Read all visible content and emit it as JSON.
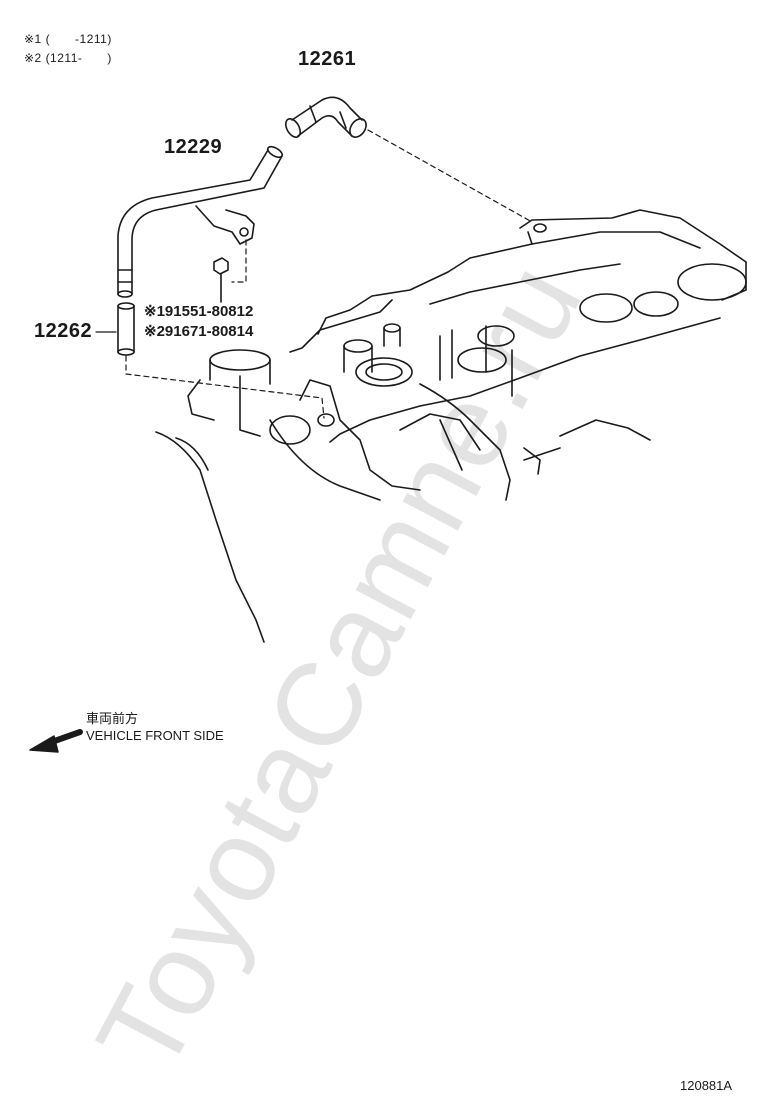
{
  "notes": {
    "n1": "※1 (　　-1211)",
    "n2": "※2 (1211-　　)"
  },
  "parts": {
    "p12261": "12261",
    "p12229": "12229",
    "p12262": "12262",
    "bolt1": "※191551-80812",
    "bolt2": "※291671-80814"
  },
  "direction": {
    "jp": "車両前方",
    "en": "VEHICLE FRONT SIDE"
  },
  "diagram_id": "120881A",
  "watermark": "ToyotaCamne.ru",
  "colors": {
    "line": "#1a1a1a",
    "watermark": "#e3e3e3"
  }
}
